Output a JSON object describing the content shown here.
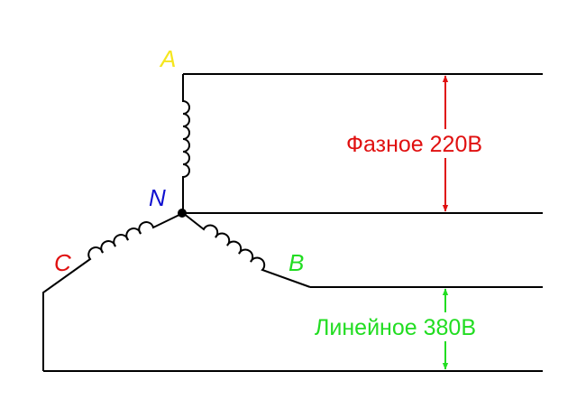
{
  "labels": {
    "phase_a": "A",
    "phase_b": "B",
    "phase_c": "C",
    "neutral": "N",
    "phase_voltage": "Фазное 220В",
    "line_voltage": "Линейное 380В"
  },
  "colors": {
    "phase_a": "#f5e61e",
    "phase_b": "#22dd22",
    "phase_c": "#e01010",
    "neutral": "#1010d0",
    "phase_voltage": "#e01010",
    "line_voltage": "#22dd22",
    "wire": "#000000"
  }
}
